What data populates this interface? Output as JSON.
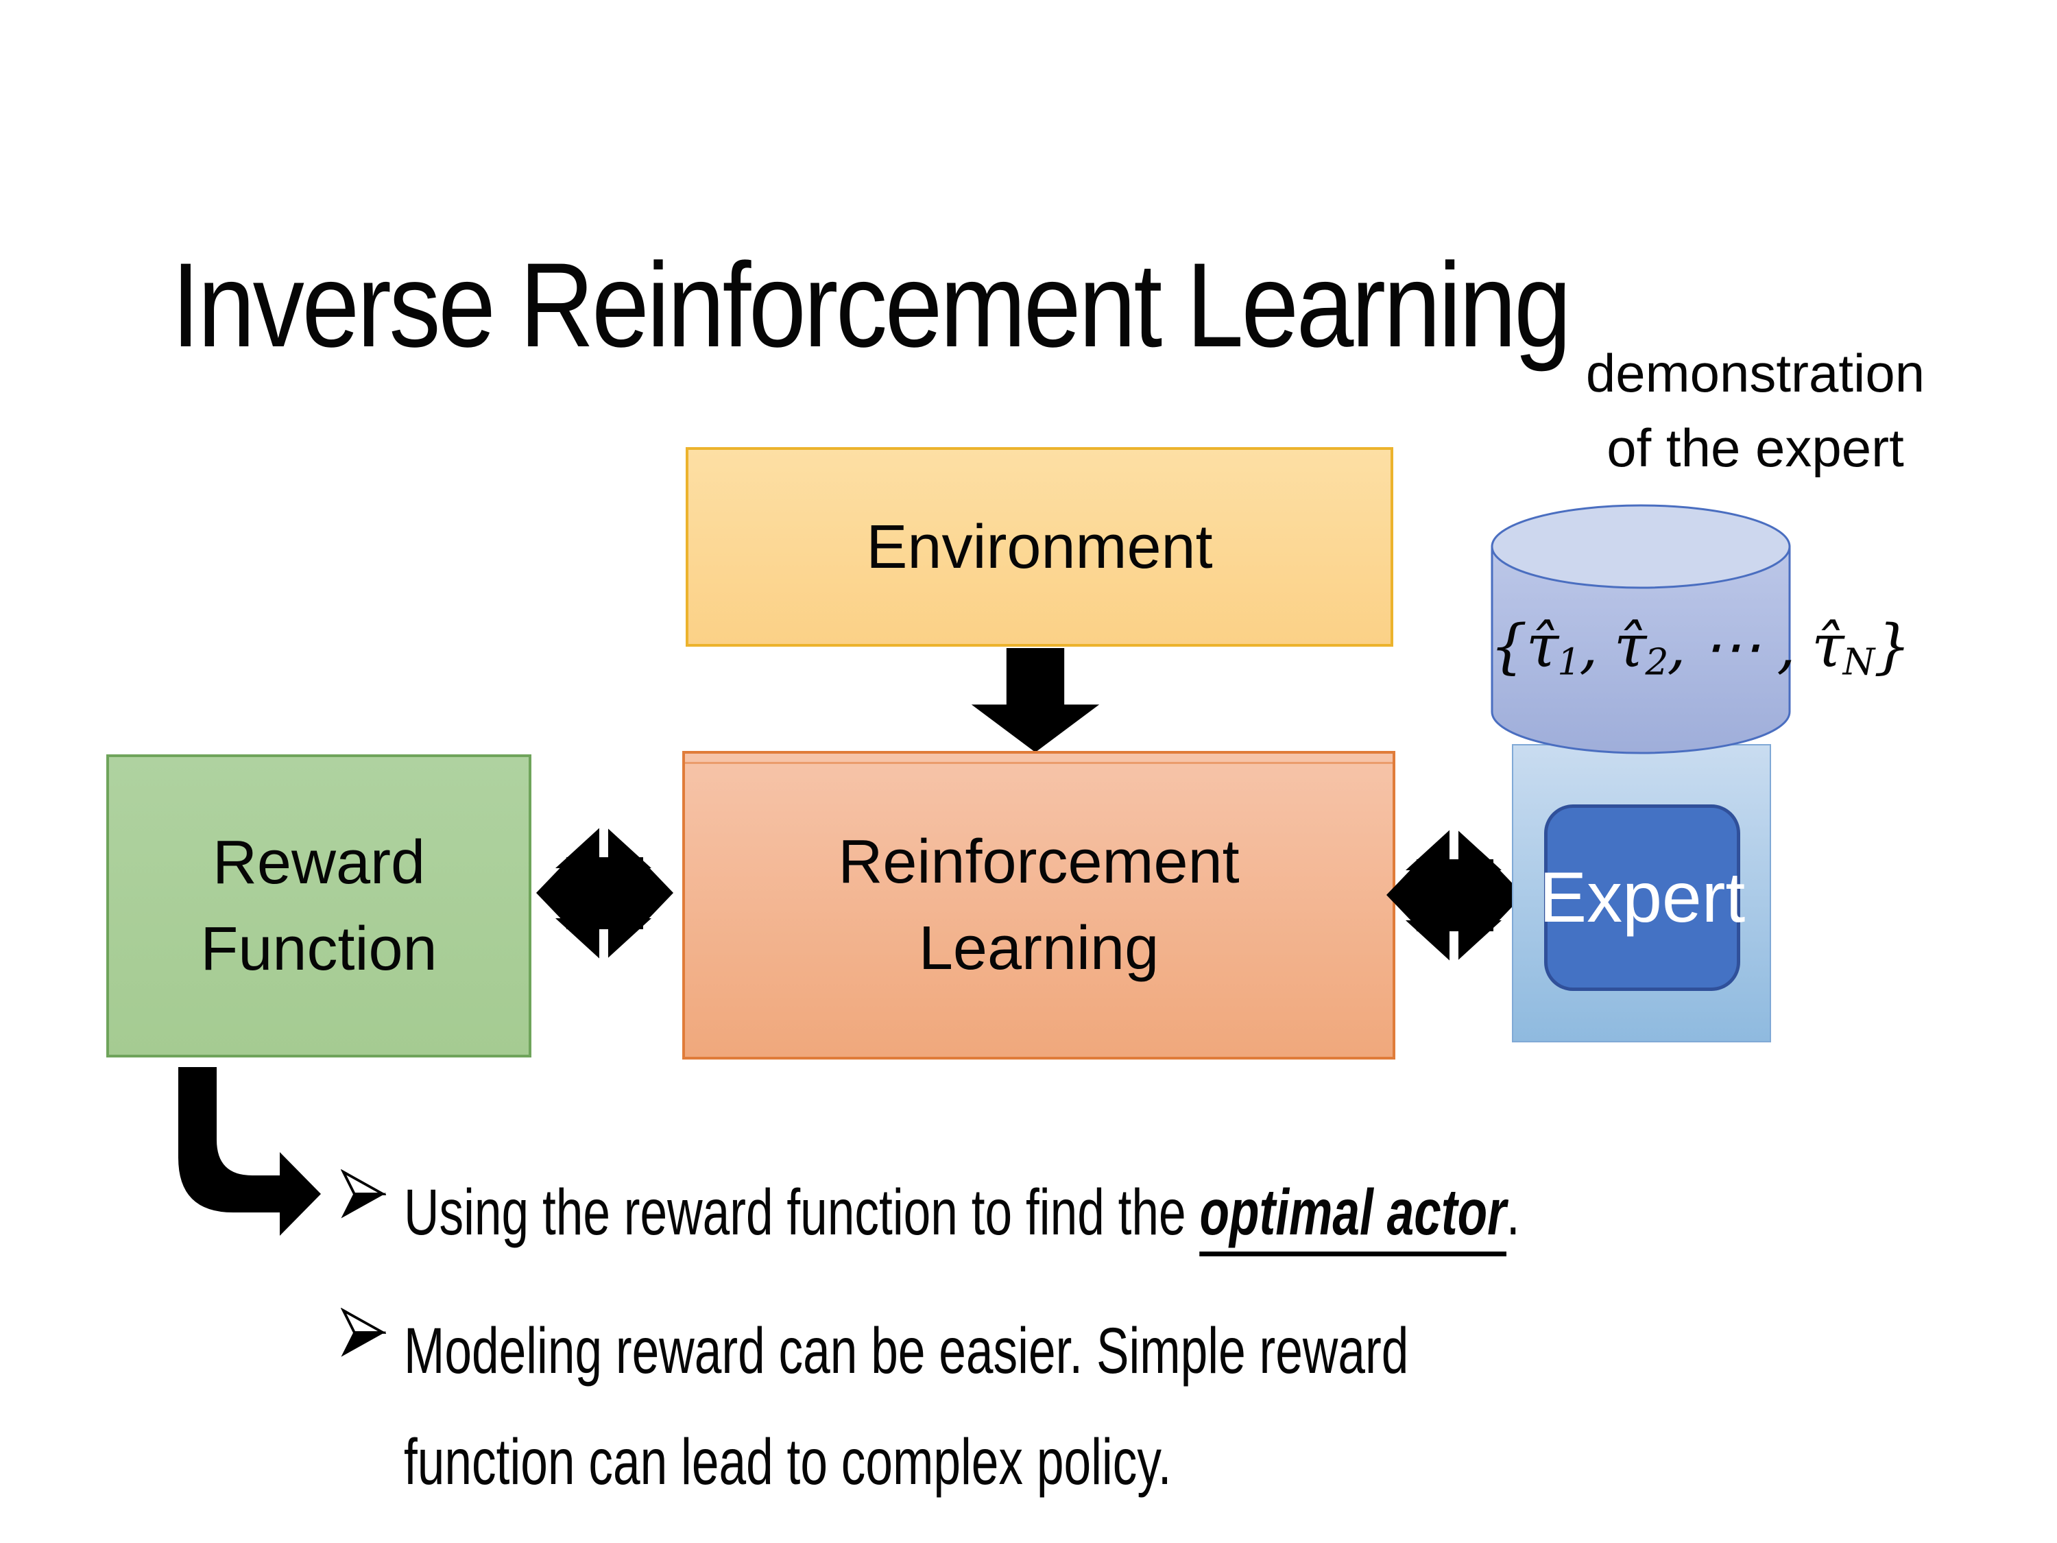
{
  "slide": {
    "title": "Inverse Reinforcement Learning",
    "caption": {
      "line1": "demonstration",
      "line2": "of the expert"
    },
    "boxes": {
      "environment": {
        "label": "Environment"
      },
      "reward": {
        "line1": "Reward",
        "line2": "Function"
      },
      "rl": {
        "line1": "Reinforcement",
        "line2": "Learning"
      },
      "expert": {
        "label": "Expert"
      }
    },
    "formula": {
      "open": "{",
      "tau1": "τ̂",
      "sub1": "1",
      "comma1": ", ",
      "tau2": "τ̂",
      "sub2": "2",
      "dots": ", ⋯ , ",
      "tau3": "τ̂",
      "subN": "N",
      "close": "}"
    },
    "bullets": {
      "b1_prefix": "Using the reward function to find the ",
      "b1_strong": "optimal actor",
      "b1_suffix": ".",
      "b2_line1": "Modeling reward can be easier. Simple reward",
      "b2_line2": "function can lead to complex policy."
    },
    "colors": {
      "text_black": "#060606",
      "env_fill_top": "#FDDFA4",
      "env_fill_bottom": "#FBD187",
      "env_border": "#ECB32D",
      "rl_fill_top": "#F6C4A9",
      "rl_fill_bottom": "#F0A87C",
      "rl_border": "#E07C3A",
      "reward_fill_top": "#AFD2A0",
      "reward_fill_bottom": "#A5CB92",
      "reward_border": "#6FA45B",
      "cylinder_fill_top": "#BCC7E8",
      "cylinder_fill_bottom": "#9FAEDA",
      "cylinder_top_fill": "#CDD7EE",
      "cylinder_border": "#4A6EC0",
      "panel_fill_top": "#C9DCF0",
      "panel_fill_bottom": "#8FBADF",
      "panel_border": "#80A9D6",
      "expert_fill": "#4472C4",
      "expert_border": "#30509A",
      "arrow_black": "#000000"
    }
  }
}
